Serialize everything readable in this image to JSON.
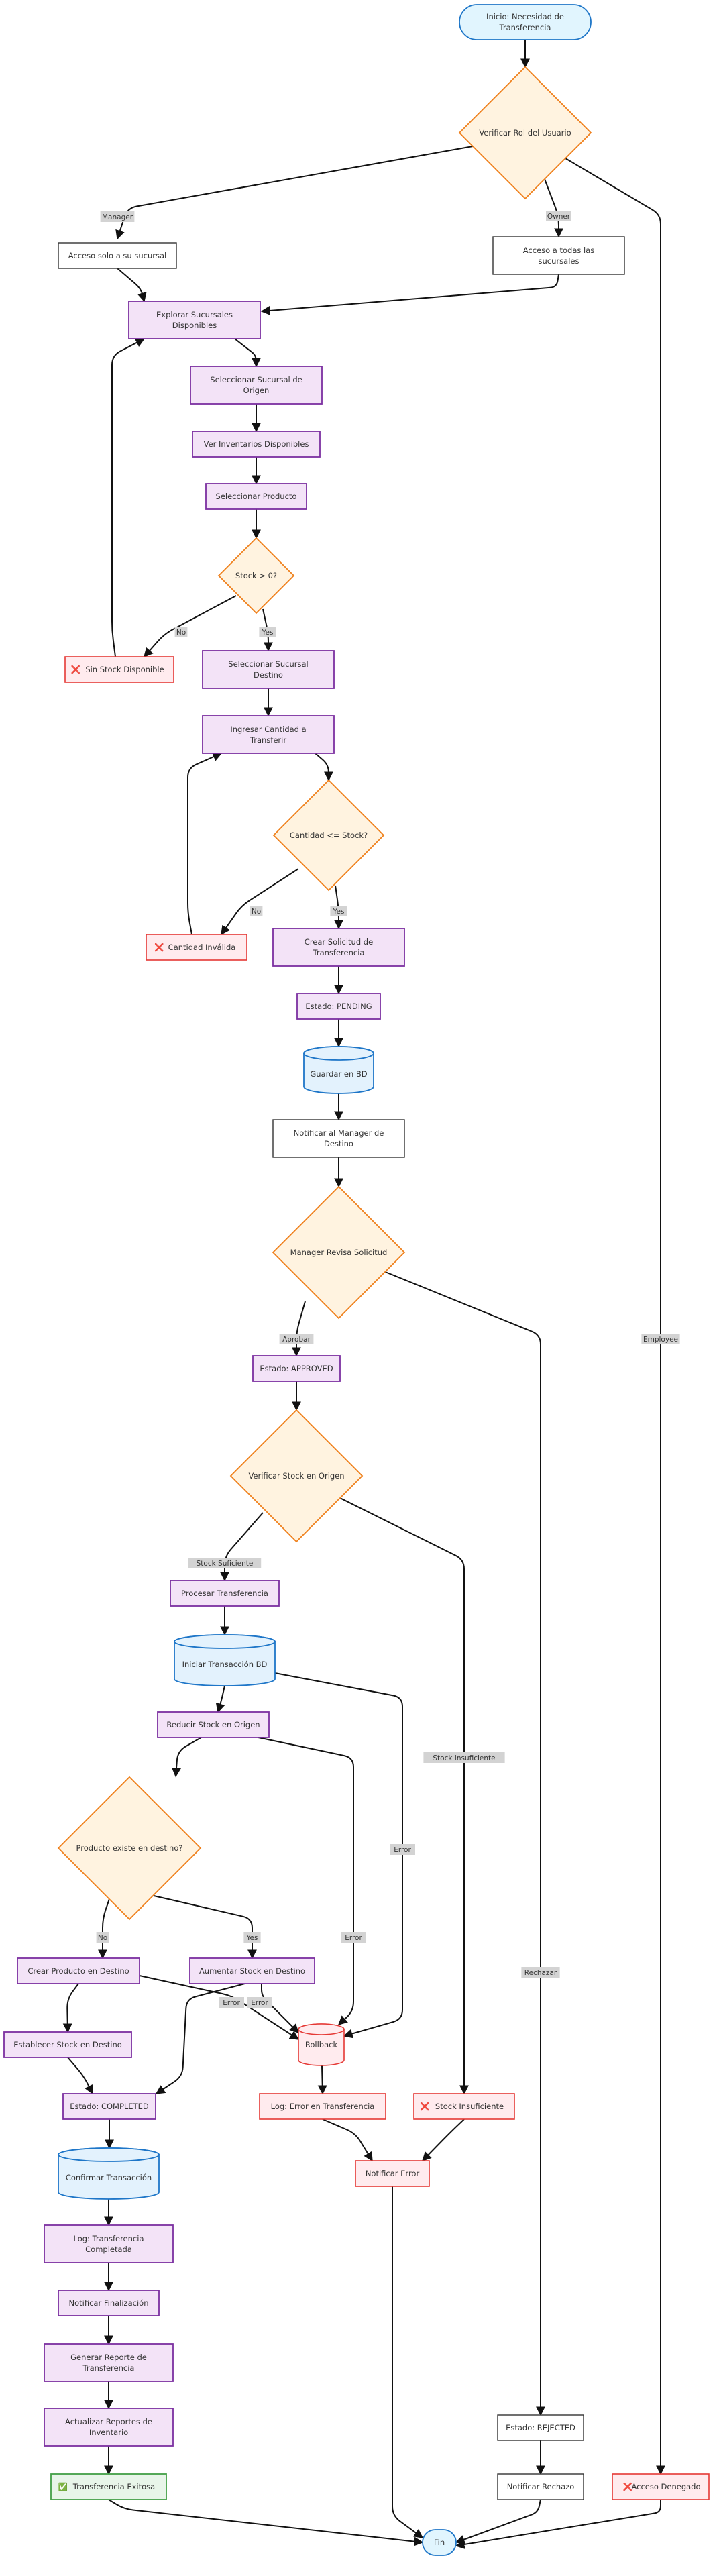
{
  "colors": {
    "process_fill": "#f3e3f7",
    "process_stroke": "#7b2fa0",
    "plain_fill": "#ffffff",
    "plain_stroke": "#333333",
    "decision_fill": "#fff3e0",
    "decision_stroke": "#ef7f1a",
    "error_fill": "#ffebee",
    "error_stroke": "#e53935",
    "db_fill": "#e3f2fd",
    "db_stroke": "#1e76c8",
    "terminal_fill": "#e1f5fe",
    "terminal_stroke": "#1e76c8",
    "success_fill": "#e8f5e9",
    "success_stroke": "#43a047",
    "edge_color": "#111111",
    "edge_label_bg": "#d3d3d3"
  },
  "nodes": [
    {
      "id": "start",
      "kind": "terminal",
      "lines": [
        "Inicio: Necesidad de",
        "Transferencia"
      ]
    },
    {
      "id": "verify_role",
      "kind": "decision",
      "lines": [
        "Verificar Rol del Usuario"
      ]
    },
    {
      "id": "access_own",
      "kind": "plain",
      "lines": [
        "Acceso solo a su sucursal"
      ]
    },
    {
      "id": "access_all",
      "kind": "plain",
      "lines": [
        "Acceso a todas las",
        "sucursales"
      ]
    },
    {
      "id": "explore",
      "kind": "process",
      "lines": [
        "Explorar Sucursales",
        "Disponibles"
      ]
    },
    {
      "id": "select_origin",
      "kind": "process",
      "lines": [
        "Seleccionar Sucursal de",
        "Origen"
      ]
    },
    {
      "id": "view_inventory",
      "kind": "process",
      "lines": [
        "Ver Inventarios Disponibles"
      ]
    },
    {
      "id": "select_product",
      "kind": "process",
      "lines": [
        "Seleccionar Producto"
      ]
    },
    {
      "id": "stock_check",
      "kind": "decision",
      "lines": [
        "Stock > 0?"
      ]
    },
    {
      "id": "no_stock",
      "kind": "error",
      "icon": "❌",
      "lines": [
        "Sin Stock Disponible"
      ]
    },
    {
      "id": "select_dest",
      "kind": "process",
      "lines": [
        "Seleccionar Sucursal",
        "Destino"
      ]
    },
    {
      "id": "enter_qty",
      "kind": "process",
      "lines": [
        "Ingresar Cantidad a",
        "Transferir"
      ]
    },
    {
      "id": "qty_check",
      "kind": "decision",
      "lines": [
        "Cantidad <= Stock?"
      ]
    },
    {
      "id": "invalid_qty",
      "kind": "error",
      "icon": "❌",
      "lines": [
        "Cantidad Inválida"
      ]
    },
    {
      "id": "create_request",
      "kind": "process",
      "lines": [
        "Crear Solicitud de",
        "Transferencia"
      ]
    },
    {
      "id": "pending",
      "kind": "process",
      "lines": [
        "Estado: PENDING"
      ]
    },
    {
      "id": "save_db",
      "kind": "db",
      "lines": [
        "Guardar en BD"
      ]
    },
    {
      "id": "notify_manager",
      "kind": "plain",
      "lines": [
        "Notificar al Manager de",
        "Destino"
      ]
    },
    {
      "id": "manager_review",
      "kind": "decision",
      "lines": [
        "Manager Revisa Solicitud"
      ]
    },
    {
      "id": "approved",
      "kind": "process",
      "lines": [
        "Estado: APPROVED"
      ]
    },
    {
      "id": "verify_stock_origin",
      "kind": "decision",
      "lines": [
        "Verificar Stock en Origen"
      ]
    },
    {
      "id": "process_transfer",
      "kind": "process",
      "lines": [
        "Procesar Transferencia"
      ]
    },
    {
      "id": "begin_tx",
      "kind": "db",
      "lines": [
        "Iniciar Transacción BD"
      ]
    },
    {
      "id": "reduce_stock",
      "kind": "process",
      "lines": [
        "Reducir Stock en Origen"
      ]
    },
    {
      "id": "product_exists",
      "kind": "decision",
      "lines": [
        "Producto existe en destino?"
      ]
    },
    {
      "id": "create_product",
      "kind": "process",
      "lines": [
        "Crear Producto en Destino"
      ]
    },
    {
      "id": "increase_stock",
      "kind": "process",
      "lines": [
        "Aumentar Stock en Destino"
      ]
    },
    {
      "id": "set_stock",
      "kind": "process",
      "lines": [
        "Establecer Stock en Destino"
      ]
    },
    {
      "id": "rollback",
      "kind": "dbsmall",
      "lines": [
        "Rollback"
      ]
    },
    {
      "id": "log_error",
      "kind": "error",
      "lines": [
        "Log: Error en Transferencia"
      ]
    },
    {
      "id": "insufficient",
      "kind": "error",
      "icon": "❌",
      "lines": [
        "Stock Insuficiente"
      ]
    },
    {
      "id": "completed",
      "kind": "process",
      "lines": [
        "Estado: COMPLETED"
      ]
    },
    {
      "id": "notify_error",
      "kind": "error",
      "lines": [
        "Notificar Error"
      ]
    },
    {
      "id": "confirm_tx",
      "kind": "db",
      "lines": [
        "Confirmar Transacción"
      ]
    },
    {
      "id": "log_complete",
      "kind": "process",
      "lines": [
        "Log: Transferencia",
        "Completada"
      ]
    },
    {
      "id": "notify_done",
      "kind": "process",
      "lines": [
        "Notificar Finalización"
      ]
    },
    {
      "id": "report",
      "kind": "process",
      "lines": [
        "Generar Reporte de",
        "Transferencia"
      ]
    },
    {
      "id": "update_reports",
      "kind": "process",
      "lines": [
        "Actualizar Reportes de",
        "Inventario"
      ]
    },
    {
      "id": "rejected",
      "kind": "plain",
      "lines": [
        "Estado: REJECTED"
      ]
    },
    {
      "id": "notify_reject",
      "kind": "plain",
      "lines": [
        "Notificar Rechazo"
      ]
    },
    {
      "id": "access_denied",
      "kind": "error",
      "icon": "❌",
      "lines": [
        "Acceso Denegado"
      ]
    },
    {
      "id": "success",
      "kind": "success",
      "icon": "✅",
      "lines": [
        "Transferencia Exitosa"
      ]
    },
    {
      "id": "end",
      "kind": "terminal",
      "lines": [
        "Fin"
      ]
    }
  ],
  "edges": [
    {
      "from": "start",
      "to": "verify_role",
      "label": ""
    },
    {
      "from": "verify_role",
      "to": "access_own",
      "label": "Manager"
    },
    {
      "from": "verify_role",
      "to": "access_all",
      "label": "Owner"
    },
    {
      "from": "verify_role",
      "to": "access_denied",
      "label": "Employee"
    },
    {
      "from": "access_own",
      "to": "explore",
      "label": ""
    },
    {
      "from": "access_all",
      "to": "explore",
      "label": ""
    },
    {
      "from": "explore",
      "to": "select_origin",
      "label": ""
    },
    {
      "from": "select_origin",
      "to": "view_inventory",
      "label": ""
    },
    {
      "from": "view_inventory",
      "to": "select_product",
      "label": ""
    },
    {
      "from": "select_product",
      "to": "stock_check",
      "label": ""
    },
    {
      "from": "stock_check",
      "to": "no_stock",
      "label": "No"
    },
    {
      "from": "stock_check",
      "to": "select_dest",
      "label": "Yes"
    },
    {
      "from": "no_stock",
      "to": "explore",
      "label": ""
    },
    {
      "from": "select_dest",
      "to": "enter_qty",
      "label": ""
    },
    {
      "from": "enter_qty",
      "to": "qty_check",
      "label": ""
    },
    {
      "from": "qty_check",
      "to": "invalid_qty",
      "label": "No"
    },
    {
      "from": "qty_check",
      "to": "create_request",
      "label": "Yes"
    },
    {
      "from": "invalid_qty",
      "to": "enter_qty",
      "label": ""
    },
    {
      "from": "create_request",
      "to": "pending",
      "label": ""
    },
    {
      "from": "pending",
      "to": "save_db",
      "label": ""
    },
    {
      "from": "save_db",
      "to": "notify_manager",
      "label": ""
    },
    {
      "from": "notify_manager",
      "to": "manager_review",
      "label": ""
    },
    {
      "from": "manager_review",
      "to": "approved",
      "label": "Aprobar"
    },
    {
      "from": "manager_review",
      "to": "rejected",
      "label": "Rechazar"
    },
    {
      "from": "approved",
      "to": "verify_stock_origin",
      "label": ""
    },
    {
      "from": "verify_stock_origin",
      "to": "process_transfer",
      "label": "Stock Suficiente"
    },
    {
      "from": "verify_stock_origin",
      "to": "insufficient",
      "label": "Stock Insuficiente"
    },
    {
      "from": "process_transfer",
      "to": "begin_tx",
      "label": ""
    },
    {
      "from": "begin_tx",
      "to": "reduce_stock",
      "label": ""
    },
    {
      "from": "begin_tx",
      "to": "rollback",
      "label": "Error"
    },
    {
      "from": "reduce_stock",
      "to": "product_exists",
      "label": ""
    },
    {
      "from": "reduce_stock",
      "to": "rollback",
      "label": "Error"
    },
    {
      "from": "product_exists",
      "to": "create_product",
      "label": "No"
    },
    {
      "from": "product_exists",
      "to": "increase_stock",
      "label": "Yes"
    },
    {
      "from": "create_product",
      "to": "set_stock",
      "label": ""
    },
    {
      "from": "create_product",
      "to": "rollback",
      "label": "Error"
    },
    {
      "from": "increase_stock",
      "to": "completed",
      "label": ""
    },
    {
      "from": "increase_stock",
      "to": "rollback",
      "label": "Error"
    },
    {
      "from": "set_stock",
      "to": "completed",
      "label": ""
    },
    {
      "from": "rollback",
      "to": "log_error",
      "label": ""
    },
    {
      "from": "completed",
      "to": "confirm_tx",
      "label": ""
    },
    {
      "from": "log_error",
      "to": "notify_error",
      "label": ""
    },
    {
      "from": "insufficient",
      "to": "notify_error",
      "label": ""
    },
    {
      "from": "confirm_tx",
      "to": "log_complete",
      "label": ""
    },
    {
      "from": "log_complete",
      "to": "notify_done",
      "label": ""
    },
    {
      "from": "notify_done",
      "to": "report",
      "label": ""
    },
    {
      "from": "report",
      "to": "update_reports",
      "label": ""
    },
    {
      "from": "update_reports",
      "to": "success",
      "label": ""
    },
    {
      "from": "rejected",
      "to": "notify_reject",
      "label": ""
    },
    {
      "from": "success",
      "to": "end",
      "label": ""
    },
    {
      "from": "notify_error",
      "to": "end",
      "label": ""
    },
    {
      "from": "notify_reject",
      "to": "end",
      "label": ""
    },
    {
      "from": "access_denied",
      "to": "end",
      "label": ""
    }
  ]
}
